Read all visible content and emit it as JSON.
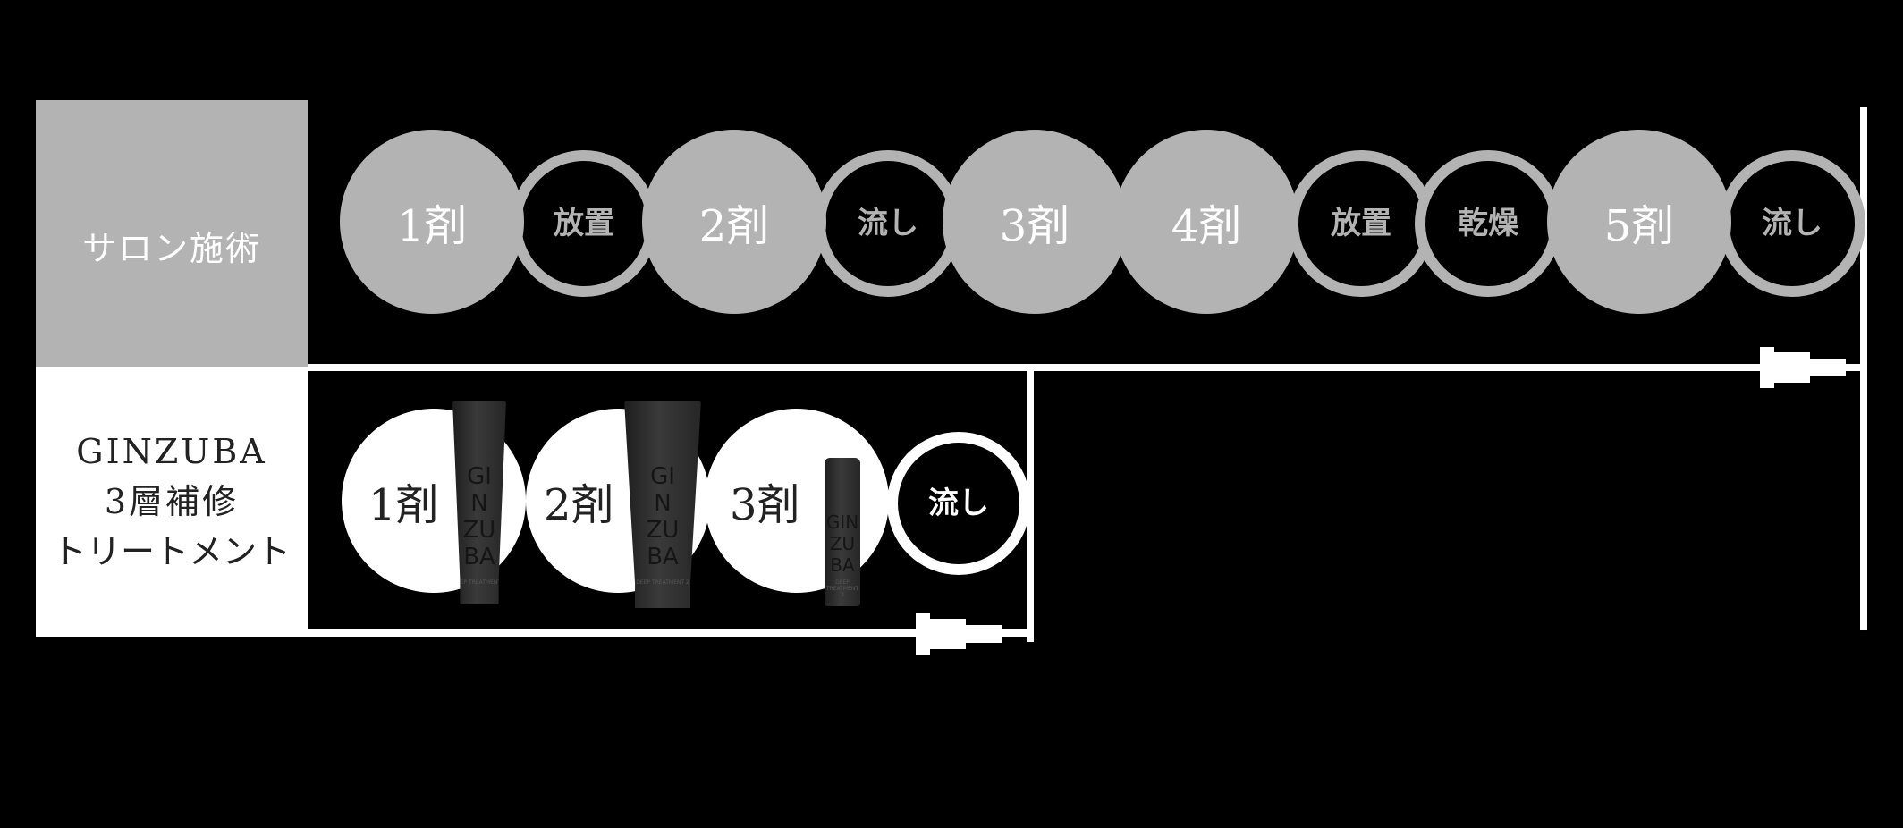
{
  "rows": {
    "salon": {
      "label": "サロン施術",
      "steps": [
        {
          "type": "agent",
          "label": "1剤"
        },
        {
          "type": "process",
          "label": "放置"
        },
        {
          "type": "agent",
          "label": "2剤"
        },
        {
          "type": "process",
          "label": "流し"
        },
        {
          "type": "agent",
          "label": "3剤"
        },
        {
          "type": "agent",
          "label": "4剤"
        },
        {
          "type": "process",
          "label": "放置"
        },
        {
          "type": "process",
          "label": "乾燥"
        },
        {
          "type": "agent",
          "label": "5剤"
        },
        {
          "type": "process",
          "label": "流し"
        }
      ]
    },
    "home": {
      "label_lines": [
        "GINZUBA",
        "3層補修",
        "トリートメント"
      ],
      "steps": [
        {
          "type": "agent",
          "label": "1剤",
          "product": "tube"
        },
        {
          "type": "agent",
          "label": "2剤",
          "product": "tube"
        },
        {
          "type": "agent",
          "label": "3剤",
          "product": "bottle"
        },
        {
          "type": "process",
          "label": "流し"
        }
      ]
    }
  },
  "products": {
    "brand_lines": [
      "GIN",
      "ZU",
      "BA"
    ],
    "tube1_sub": "DEEP TREATMENT 1",
    "tube2_sub": "DEEP TREATMENT 2",
    "bottle_sub": "DEEP TREATMENT 3"
  },
  "colors": {
    "salon": "#b3b3b3",
    "home": "#ffffff",
    "background": "#000000"
  }
}
